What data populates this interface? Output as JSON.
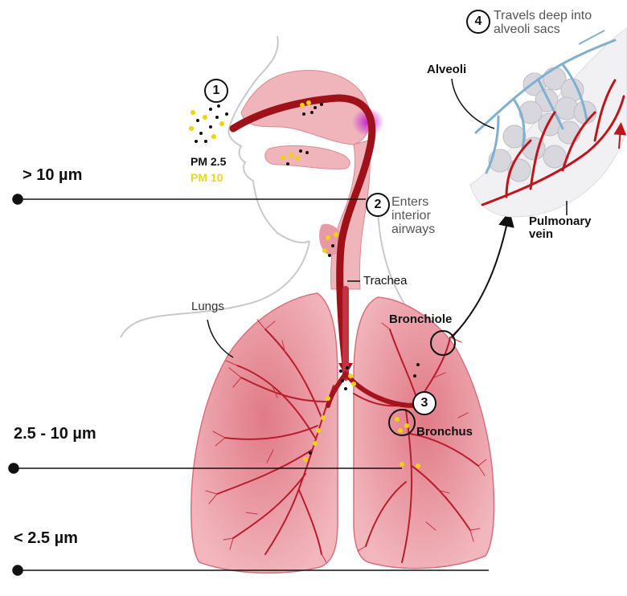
{
  "particle_sizes": {
    "large": "> 10 µm",
    "medium": "2.5 - 10 µm",
    "fine": "< 2.5 µm"
  },
  "legend": {
    "pm25": "PM 2.5",
    "pm10": "PM 10",
    "pm25_color": "#111111",
    "pm10_color": "#e6d81e"
  },
  "steps": [
    {
      "number": "1",
      "text": ""
    },
    {
      "number": "2",
      "text": "Enters\ninterior\nairways"
    },
    {
      "number": "3",
      "text": ""
    },
    {
      "number": "4",
      "text": "Travels deep into\nalveoli sacs"
    }
  ],
  "anatomy_labels": {
    "trachea": "Trachea",
    "lungs": "Lungs",
    "bronchiole": "Bronchiole",
    "bronchus": "Bronchus",
    "alveoli": "Alveoli",
    "pulmonary_vein": "Pulmonary\nvein"
  },
  "colors": {
    "lung_fill": "#e7868f",
    "airway": "#a5141c",
    "vein_red": "#c0151b",
    "vessel_blue": "#7fb0cf"
  }
}
